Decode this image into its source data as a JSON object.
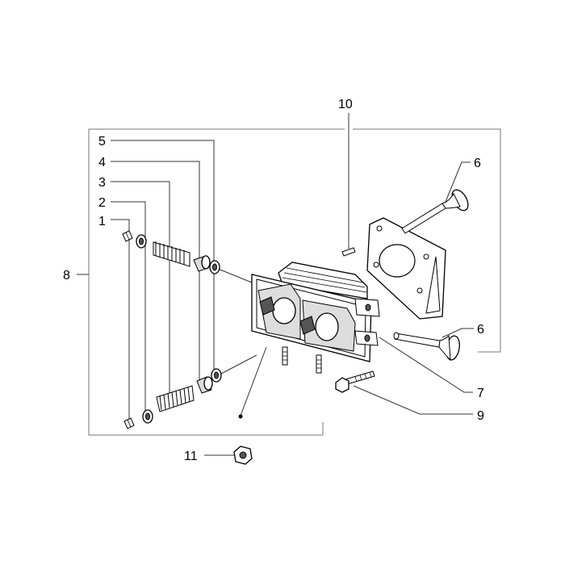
{
  "diagram": {
    "callouts": [
      {
        "id": "c1",
        "label": "1"
      },
      {
        "id": "c2",
        "label": "2"
      },
      {
        "id": "c3",
        "label": "3"
      },
      {
        "id": "c4",
        "label": "4"
      },
      {
        "id": "c5",
        "label": "5"
      },
      {
        "id": "c6a",
        "label": "6"
      },
      {
        "id": "c6b",
        "label": "6"
      },
      {
        "id": "c7",
        "label": "7"
      },
      {
        "id": "c8",
        "label": "8"
      },
      {
        "id": "c9",
        "label": "9"
      },
      {
        "id": "c10",
        "label": "10"
      },
      {
        "id": "c11",
        "label": "11"
      }
    ],
    "colors": {
      "line": "#000000",
      "leader": "#333333",
      "frame": "#777777",
      "shade": "#dddddd"
    }
  }
}
